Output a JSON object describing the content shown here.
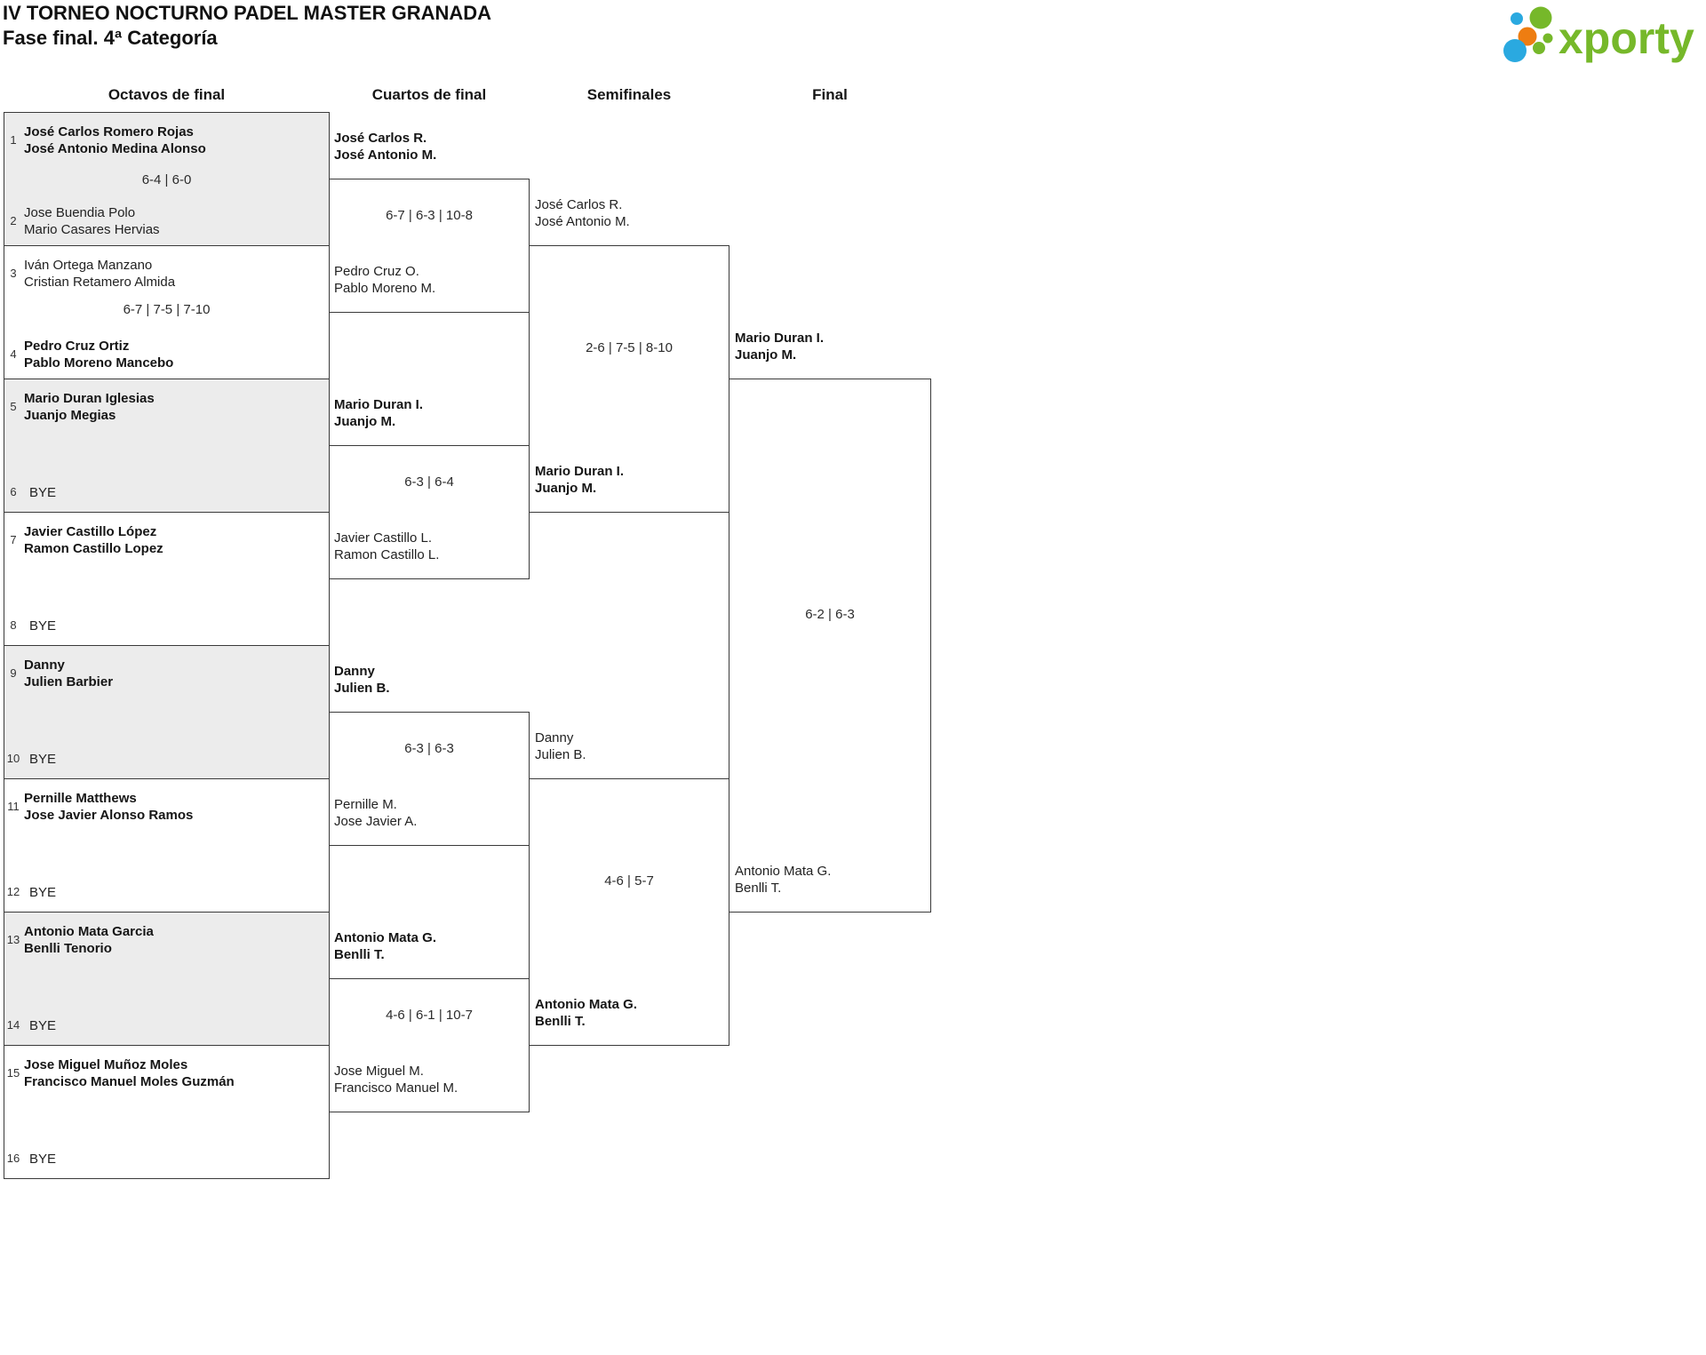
{
  "header": {
    "title": "IV TORNEO NOCTURNO PADEL MASTER GRANADA",
    "subtitle": "Fase final. 4ª Categoría",
    "logo_text": "xporty",
    "logo_colors": {
      "green": "#76b82a",
      "blue": "#2aa9e0",
      "orange": "#ee7d11"
    }
  },
  "columns": [
    "Octavos de final",
    "Cuartos de final",
    "Semifinales",
    "Final"
  ],
  "bracket": {
    "octavos": [
      {
        "seed_a": "1",
        "team_a": {
          "p1": "José Carlos Romero Rojas",
          "p2": "José Antonio Medina Alonso"
        },
        "score": "6-4 | 6-0",
        "seed_b": "2",
        "team_b": {
          "p1": "Jose Buendia Polo",
          "p2": "Mario Casares Hervias"
        }
      },
      {
        "seed_a": "3",
        "team_a": {
          "p1": "Iván Ortega Manzano",
          "p2": "Cristian Retamero Almida"
        },
        "score": "6-7 | 7-5 | 7-10",
        "seed_b": "4",
        "team_b": {
          "p1": "Pedro Cruz Ortiz",
          "p2": "Pablo Moreno Mancebo"
        }
      },
      {
        "seed_a": "5",
        "team_a": {
          "p1": "Mario Duran Iglesias",
          "p2": "Juanjo Megias"
        },
        "score": "",
        "seed_b": "6",
        "team_b": {
          "p1": "BYE",
          "p2": ""
        }
      },
      {
        "seed_a": "7",
        "team_a": {
          "p1": "Javier Castillo López",
          "p2": "Ramon Castillo Lopez"
        },
        "score": "",
        "seed_b": "8",
        "team_b": {
          "p1": "BYE",
          "p2": ""
        }
      },
      {
        "seed_a": "9",
        "team_a": {
          "p1": "Danny",
          "p2": "Julien Barbier"
        },
        "score": "",
        "seed_b": "10",
        "team_b": {
          "p1": "BYE",
          "p2": ""
        }
      },
      {
        "seed_a": "11",
        "team_a": {
          "p1": "Pernille Matthews",
          "p2": "Jose Javier Alonso Ramos"
        },
        "score": "",
        "seed_b": "12",
        "team_b": {
          "p1": "BYE",
          "p2": ""
        }
      },
      {
        "seed_a": "13",
        "team_a": {
          "p1": "Antonio Mata Garcia",
          "p2": "Benlli Tenorio"
        },
        "score": "",
        "seed_b": "14",
        "team_b": {
          "p1": "BYE",
          "p2": ""
        }
      },
      {
        "seed_a": "15",
        "team_a": {
          "p1": "Jose Miguel Muñoz Moles",
          "p2": "Francisco Manuel Moles Guzmán"
        },
        "score": "",
        "seed_b": "16",
        "team_b": {
          "p1": "BYE",
          "p2": ""
        }
      }
    ],
    "cuartos": [
      {
        "team_a": {
          "p1": "José Carlos R.",
          "p2": "José Antonio M."
        },
        "score": "6-7 | 6-3 | 10-8",
        "team_b": {
          "p1": "Pedro Cruz O.",
          "p2": "Pablo Moreno M."
        }
      },
      {
        "team_a": {
          "p1": "Mario Duran I.",
          "p2": "Juanjo M."
        },
        "score": "6-3 | 6-4",
        "team_b": {
          "p1": "Javier Castillo L.",
          "p2": "Ramon Castillo L."
        }
      },
      {
        "team_a": {
          "p1": "Danny",
          "p2": "Julien B."
        },
        "score": "6-3 | 6-3",
        "team_b": {
          "p1": "Pernille M.",
          "p2": "Jose Javier A."
        }
      },
      {
        "team_a": {
          "p1": "Antonio Mata G.",
          "p2": "Benlli T."
        },
        "score": "4-6 | 6-1 | 10-7",
        "team_b": {
          "p1": "Jose Miguel M.",
          "p2": "Francisco Manuel M."
        }
      }
    ],
    "semifinales": [
      {
        "team_a": {
          "p1": "José Carlos R.",
          "p2": "José Antonio M."
        },
        "score": "2-6 | 7-5 | 8-10",
        "team_b": {
          "p1": "Mario Duran I.",
          "p2": "Juanjo M."
        }
      },
      {
        "team_a": {
          "p1": "Danny",
          "p2": "Julien B."
        },
        "score": "4-6 | 5-7",
        "team_b": {
          "p1": "Antonio Mata G.",
          "p2": "Benlli T."
        }
      }
    ],
    "final": {
      "team_a": {
        "p1": "Mario Duran I.",
        "p2": "Juanjo M."
      },
      "score": "6-2 | 6-3",
      "team_b": {
        "p1": "Antonio Mata G.",
        "p2": "Benlli T."
      }
    }
  }
}
